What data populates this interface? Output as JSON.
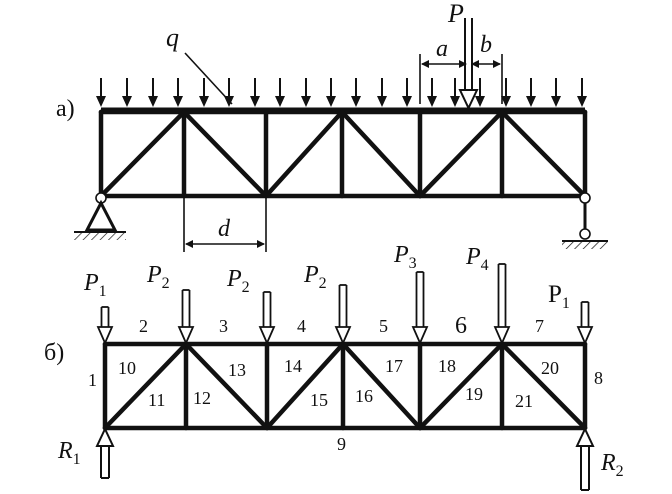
{
  "diagram_a": {
    "part_label": "а)",
    "load_label": "q",
    "point_load_label": "P",
    "dim_a_label": "a",
    "dim_b_label": "b",
    "dim_d_label": "d"
  },
  "diagram_b": {
    "part_label": "б)",
    "loads": [
      {
        "name": "P",
        "sub": "1"
      },
      {
        "name": "P",
        "sub": "2"
      },
      {
        "name": "P",
        "sub": "2"
      },
      {
        "name": "P",
        "sub": "2"
      },
      {
        "name": "P",
        "sub": "3"
      },
      {
        "name": "P",
        "sub": "4"
      },
      {
        "name": "P",
        "sub": "1"
      }
    ],
    "reactions": [
      {
        "name": "R",
        "sub": "1"
      },
      {
        "name": "R",
        "sub": "2"
      }
    ],
    "top_chord_numbers": [
      "2",
      "3",
      "4",
      "5",
      "6",
      "7"
    ],
    "end_post_numbers": [
      "1",
      "8"
    ],
    "bottom_number": "9",
    "panel_numbers": [
      "10",
      "11",
      "12",
      "13",
      "14",
      "15",
      "16",
      "17",
      "18",
      "19",
      "20",
      "21"
    ]
  }
}
